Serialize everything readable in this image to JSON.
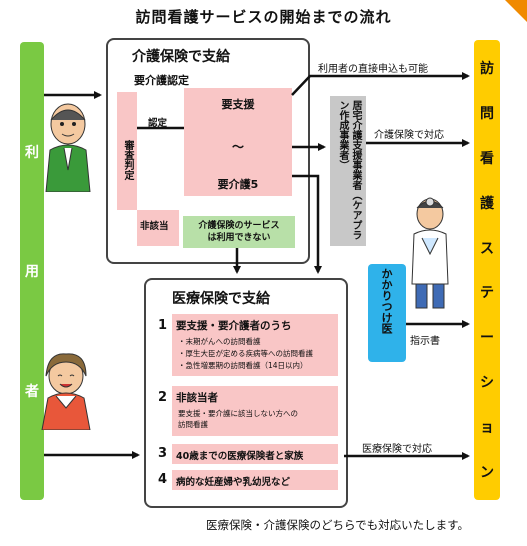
{
  "title": "訪問看護サービスの開始までの流れ",
  "left_bar": [
    "利",
    "用",
    "者"
  ],
  "right_bar": [
    "訪",
    "問",
    "看",
    "護",
    "ス",
    "テ",
    "ー",
    "シ",
    "ョ",
    "ン"
  ],
  "kaigo": {
    "title": "介護保険で支給",
    "subtitle": "要介護認定",
    "shinsa": "審査判定",
    "nintei": "認定",
    "yoshien": "要支援",
    "tilde": "〜",
    "yokaigo": "要介護5",
    "higaito": "非該当",
    "unavailable_line1": "介護保険のサービス",
    "unavailable_line2": "は利用できない"
  },
  "care_plan": "居宅介護支援事業者（ケアプラン作成事業者）",
  "direct_apply": "利用者の直接申込も可能",
  "kaigo_response": "介護保険で対応",
  "doctor": "かかりつけ医",
  "instruction": "指示書",
  "iryo": {
    "title": "医療保険で支給",
    "items": [
      {
        "num": "1",
        "head": "要支援・要介護者のうち",
        "lines": [
          "・末期がんへの訪問看護",
          "・厚生大臣が定める疾病等への訪問看護",
          "・急性増悪期の訪問看護（14日以内）"
        ]
      },
      {
        "num": "2",
        "head": "非該当者",
        "lines": [
          "要支援・要介護に該当しない方への",
          "訪問看護"
        ]
      },
      {
        "num": "3",
        "head": "40歳までの医療保険者と家族",
        "lines": []
      },
      {
        "num": "4",
        "head": "病的な妊産婦や乳幼児など",
        "lines": []
      }
    ]
  },
  "iryo_response": "医療保険で対応",
  "footer": "医療保険・介護保険のどちらでも対応いたします。"
}
